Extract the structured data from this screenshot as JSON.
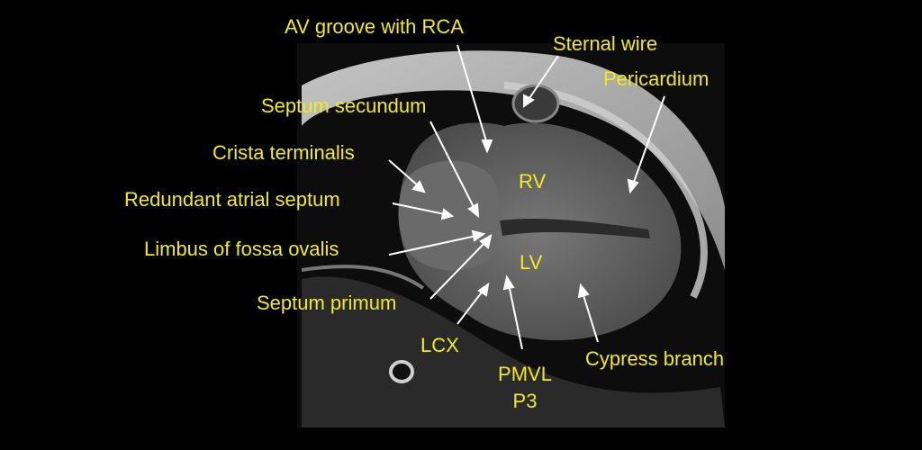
{
  "labels": {
    "av_groove": "AV groove with RCA",
    "sternal_wire": "Sternal wire",
    "pericardium": "Pericardium",
    "septum_secundum": "Septum secundum",
    "crista_terminalis": "Crista terminalis",
    "redundant_septum": "Redundant atrial septum",
    "limbus": "Limbus of fossa ovalis",
    "septum_primum": "Septum primum",
    "rv": "RV",
    "lv": "LV",
    "lcx": "LCX",
    "pmvl": "PMVL",
    "p3": "P3",
    "cypress": "Cypress branch"
  },
  "colors": {
    "label": "#f2ea1f",
    "arrow": "#ffffff",
    "background": "#000000"
  }
}
